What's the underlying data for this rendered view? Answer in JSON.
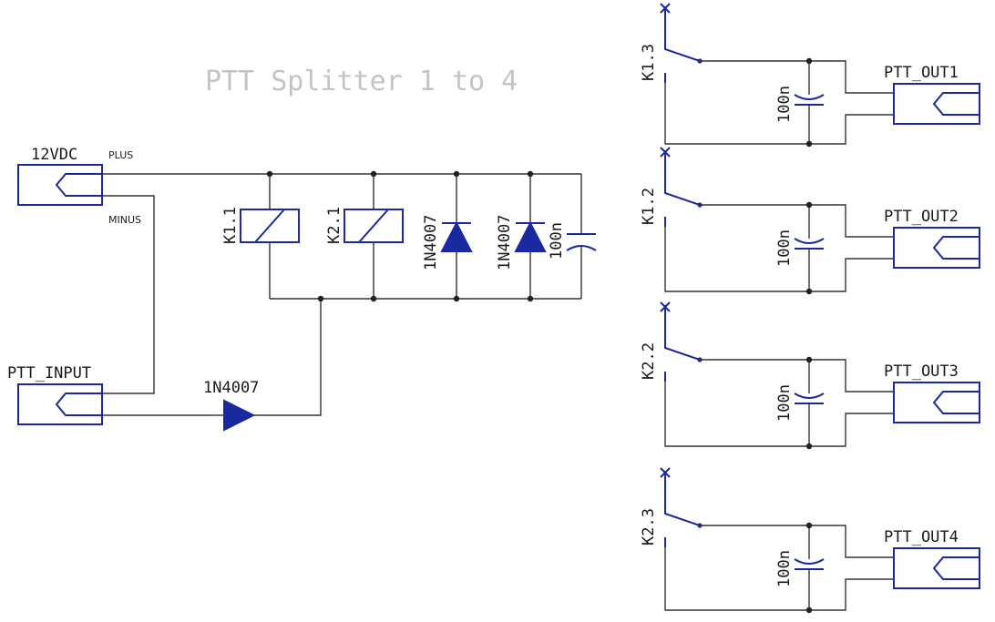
{
  "title": "PTT Splitter 1 to 4",
  "colors": {
    "symbol": "#1a2a9e",
    "wire": "#333333",
    "title": "#c4c4c4"
  },
  "power": {
    "label": "12VDC",
    "plus": "PLUS",
    "minus": "MINUS"
  },
  "input": {
    "label": "PTT_INPUT",
    "diode": "1N4007"
  },
  "relays": [
    {
      "label": "K1.1"
    },
    {
      "label": "K2.1"
    }
  ],
  "clamp_diodes": [
    "1N4007",
    "1N4007"
  ],
  "supply_cap": "100n",
  "outputs": [
    {
      "contact": "K1.3",
      "cap": "100n",
      "connector": "PTT_OUT1"
    },
    {
      "contact": "K1.2",
      "cap": "100n",
      "connector": "PTT_OUT2"
    },
    {
      "contact": "K2.2",
      "cap": "100n",
      "connector": "PTT_OUT3"
    },
    {
      "contact": "K2.3",
      "cap": "100n",
      "connector": "PTT_OUT4"
    }
  ]
}
